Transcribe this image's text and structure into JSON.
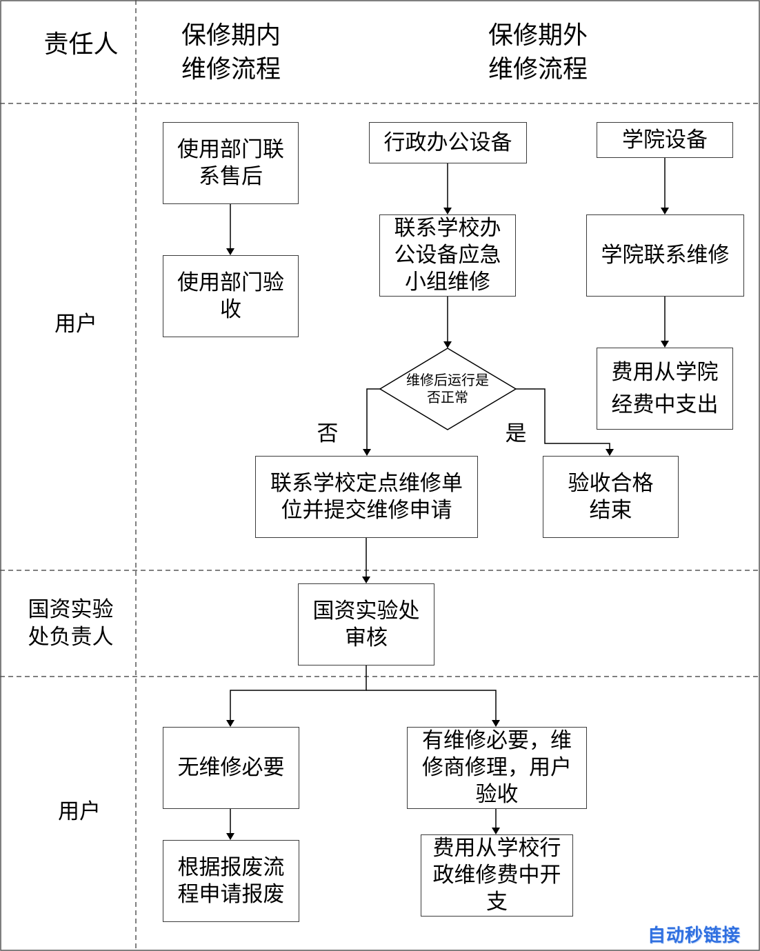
{
  "headers": {
    "responsible": "责任人",
    "in_warranty": "保修期内\n维修流程",
    "out_warranty": "保修期外\n维修流程"
  },
  "roles": {
    "user_top": "用户",
    "asset_lab": "国资实验\n处负责人",
    "user_bottom": "用户"
  },
  "boxes": {
    "dept_contact_aftersales": "使用部门联\n系售后",
    "dept_acceptance": "使用部门验\n收",
    "admin_office_equipment": "行政办公设备",
    "contact_emergency_team": "联系学校办\n公设备应急\n小组维修",
    "decision_running_normal": "维修后运行是\n否正常",
    "contact_designated_repair": "联系学校定点维修单\n位并提交维修申请",
    "acceptance_passed_end": "验收合格\n结束",
    "college_equipment": "学院设备",
    "college_contact_repair": "学院联系维修",
    "cost_from_college": "费用从学院\n经费中支出",
    "asset_lab_review": "国资实验处\n审核",
    "no_repair_needed": "无维修必要",
    "scrap_process": "根据报废流\n程申请报废",
    "repair_needed": "有维修必要，维\n修商修理，用户\n验收",
    "cost_from_school": "费用从学校行\n政维修费中开\n支"
  },
  "conditions": {
    "no": "否",
    "yes": "是"
  },
  "watermark": "自动秒链接"
}
